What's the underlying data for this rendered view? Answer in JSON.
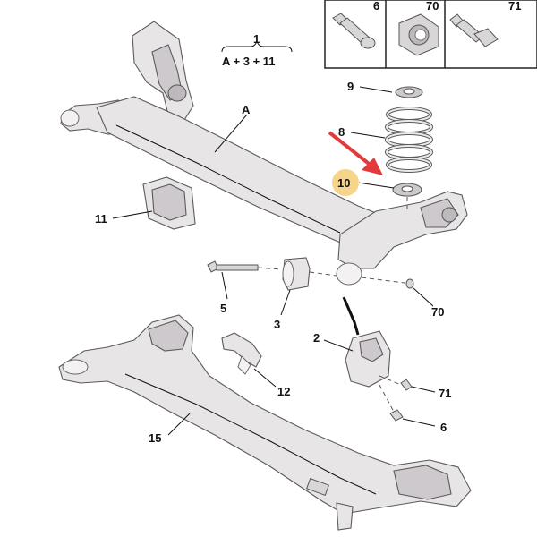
{
  "formula": {
    "ref": "1",
    "expression": "A + 3 + 11"
  },
  "box_labels": [
    "6",
    "70",
    "71"
  ],
  "callouts": {
    "axle": "A",
    "spring_seat_top": "9",
    "spring": "8",
    "spring_seat_bottom": "10",
    "bump_stop": "11",
    "bolt": "5",
    "bush": "3",
    "nut": "70",
    "bracket": "2",
    "screw": "71",
    "screw_small": "6",
    "clip": "12",
    "subframe": "15"
  },
  "colors": {
    "highlight": "#f6d48a",
    "arrow": "#e33b3b",
    "part_fill": "#e8e5e7",
    "part_stroke": "#5c5a5c"
  }
}
